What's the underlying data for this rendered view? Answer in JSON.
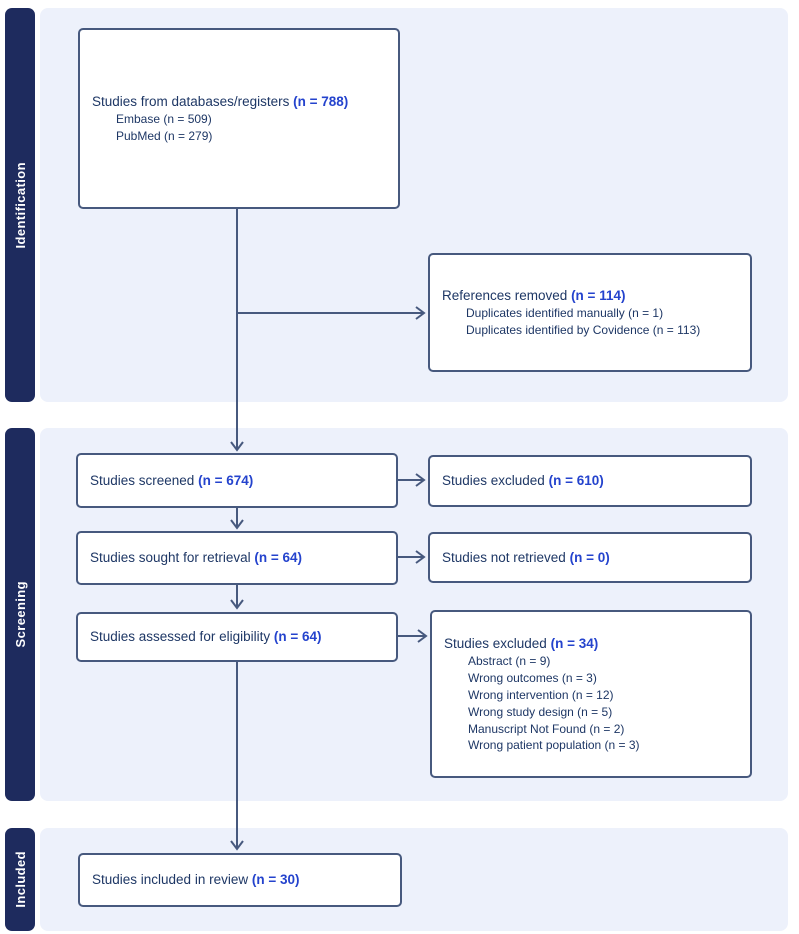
{
  "colors": {
    "tab_bg": "#1e2b5e",
    "panel_bg": "#edf1fb",
    "border_color": "#47597e",
    "navy_text": "#1e3765",
    "accent_blue": "#2443cd"
  },
  "sections": {
    "identification": {
      "label": "Identification"
    },
    "screening": {
      "label": "Screening"
    },
    "included": {
      "label": "Included"
    }
  },
  "boxes": {
    "databases": {
      "label": "Studies from databases/registers ",
      "count": "(n = 788)",
      "items": [
        "Embase (n = 509)",
        "PubMed (n = 279)"
      ]
    },
    "references_removed": {
      "label": "References removed ",
      "count": "(n = 114)",
      "items": [
        "Duplicates identified manually (n = 1)",
        "Duplicates identified by Covidence (n = 113)"
      ]
    },
    "screened": {
      "label": "Studies screened ",
      "count": "(n = 674)"
    },
    "excluded_screening": {
      "label": "Studies excluded ",
      "count": "(n = 610)"
    },
    "sought": {
      "label": "Studies sought for retrieval ",
      "count": "(n = 64)"
    },
    "not_retrieved": {
      "label": "Studies not retrieved ",
      "count": "(n = 0)"
    },
    "assessed": {
      "label": "Studies assessed for eligibility ",
      "count": "(n = 64)"
    },
    "excluded_eligibility": {
      "label": "Studies excluded ",
      "count": "(n = 34)",
      "items": [
        "Abstract (n = 9)",
        "Wrong outcomes (n = 3)",
        "Wrong intervention (n = 12)",
        "Wrong study design (n = 5)",
        "Manuscript Not Found (n = 2)",
        "Wrong patient population (n = 3)"
      ]
    },
    "included_review": {
      "label": "Studies included in review ",
      "count": "(n = 30)"
    }
  }
}
